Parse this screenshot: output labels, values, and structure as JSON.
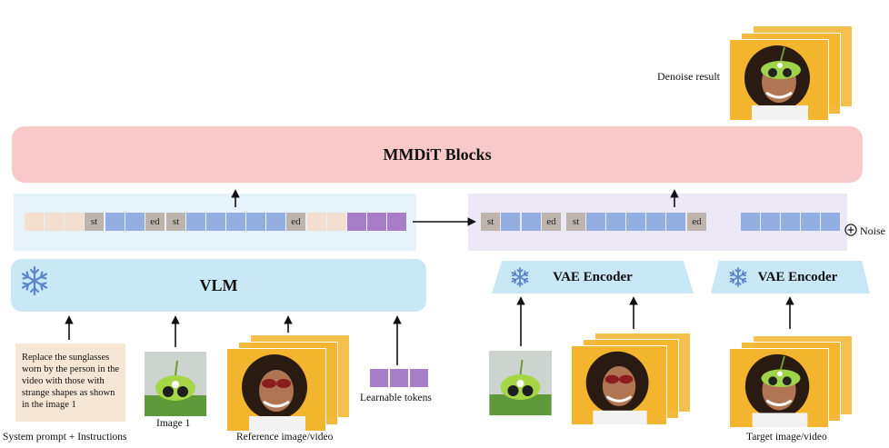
{
  "blocks": {
    "mmdit": "MMDiT Blocks",
    "vlm": "VLM",
    "vae_encoder_1": "VAE Encoder",
    "vae_encoder_2": "VAE Encoder"
  },
  "token_labels": {
    "start": "st",
    "end": "ed"
  },
  "labels": {
    "denoise_result": "Denoise result",
    "noise": "Noise",
    "learnable_tokens": "Learnable tokens",
    "image_1": "Image 1",
    "reference": "Reference image/video",
    "target": "Target image/video",
    "system_prompt": "System prompt + Instructions"
  },
  "instruction_text": "Replace the sunglasses worn by the person in the video with those with strange shapes as shown in the image 1",
  "icons": [
    "snowflake-icon",
    "plus-circle-icon"
  ],
  "colors": {
    "mmdit": "#f9c8c8",
    "vlm": "#c8e8f6",
    "token_beige": "#f3dfcf",
    "token_grey": "#bdb4ad",
    "token_blue": "#93aee0",
    "token_purple": "#a67dc6",
    "photo_bg": "#f4b52e"
  }
}
